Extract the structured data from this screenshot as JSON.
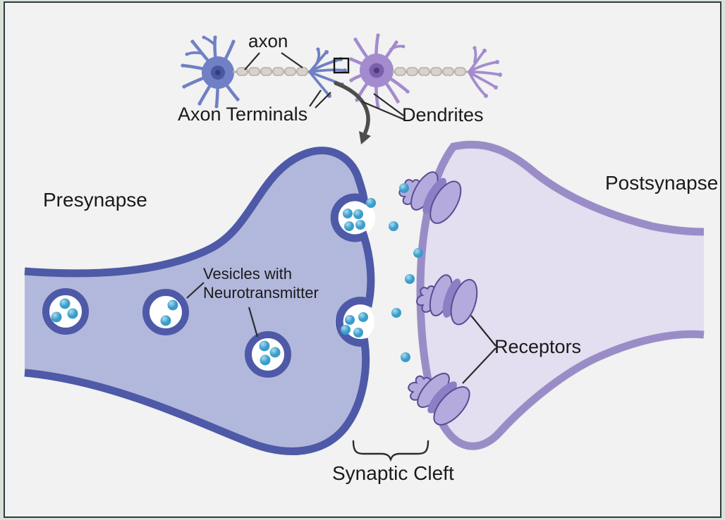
{
  "labels": {
    "axon": "axon",
    "axon_terminals": "Axon Terminals",
    "dendrites": "Dendrites",
    "presynapse": "Presynapse",
    "postsynapse": "Postsynapse",
    "vesicles_line1": "Vesicles with",
    "vesicles_line2": "Neurotransmitter",
    "receptors": "Receptors",
    "synaptic_cleft": "Synaptic Cleft"
  },
  "figure": {
    "type": "biology-diagram",
    "subject": "chemical synapse between two neurons",
    "free_vesicle_count": 3,
    "fusing_vesicle_count": 2,
    "receptor_count": 3,
    "free_neurotransmitter_count": 7
  },
  "colors": {
    "frame_green": "#d9e2d6",
    "frame_border": "#2e3c40",
    "canvas_bg": "#f1f2f1",
    "presynapse_fill": "#b2b8dc",
    "presynapse_stroke": "#4e5aa7",
    "postsynapse_fill": "#e3def0",
    "postsynapse_stroke": "#9a8dc7",
    "vesicle_ring": "#4e5aa7",
    "dot_fill": "#3a9cc9",
    "dot_highlight": "#a8dcef",
    "receptor_fill": "#b5aade",
    "receptor_shade": "#8c7fc5",
    "receptor_stroke": "#584d90",
    "neuron_blue": "#7080c5",
    "neuron_blue_dark": "#4a57a3",
    "neuron_blue_darker": "#323e78",
    "neuron_purple": "#a48bce",
    "neuron_purple_dark": "#7a60ac",
    "neuron_purple_darker": "#4c3a7c",
    "myelin_fill": "#d8d2cb",
    "myelin_stroke": "#b7aea6",
    "label_color": "#1a1a1a",
    "pointer_color": "#2b2b2b",
    "arrow_color": "#4d4d4d"
  }
}
